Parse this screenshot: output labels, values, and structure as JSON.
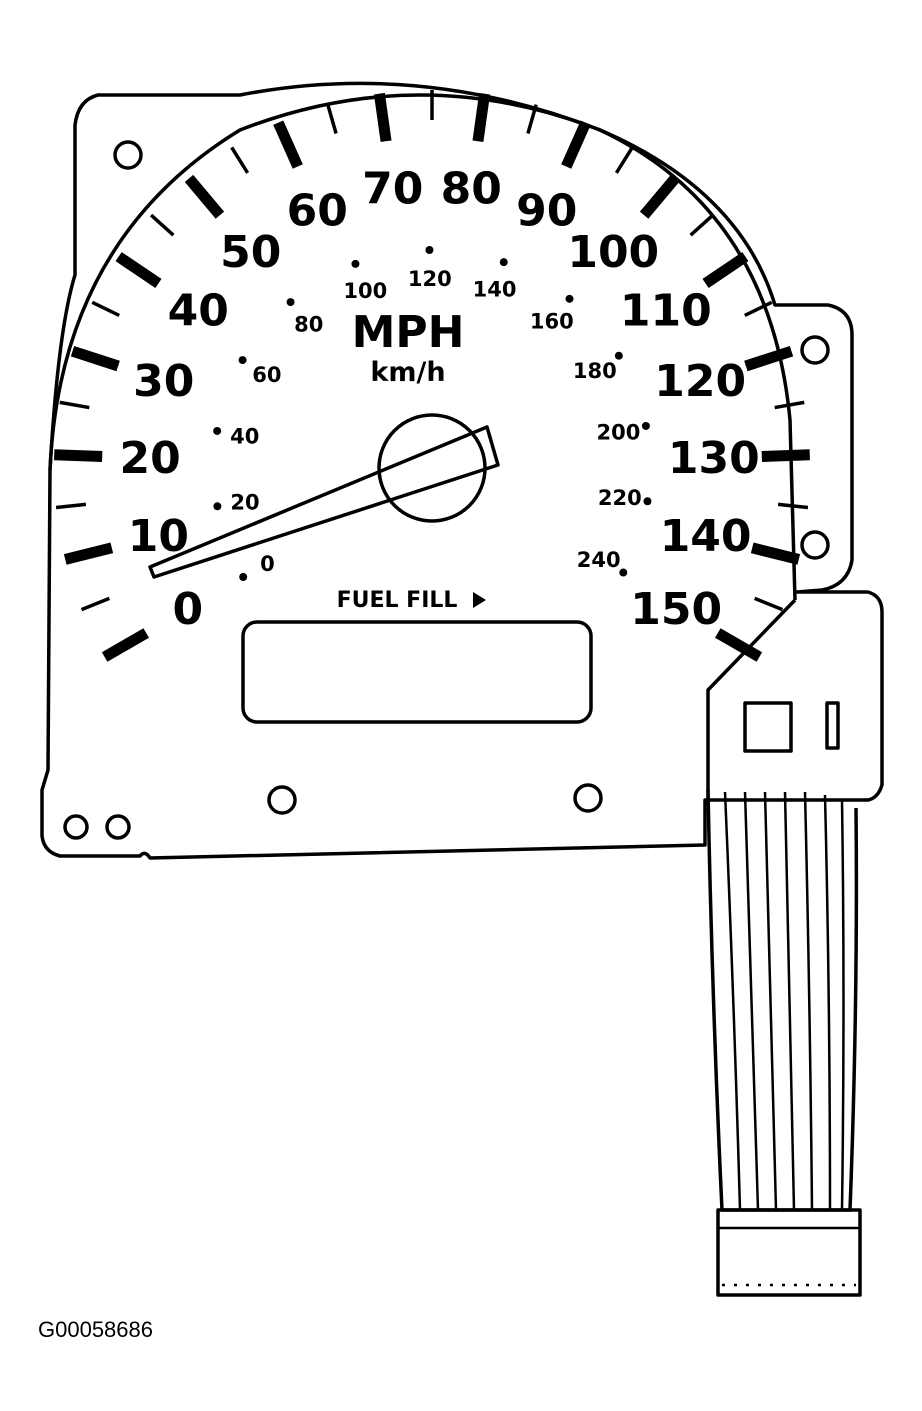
{
  "gauge": {
    "mph_labels": [
      "0",
      "10",
      "20",
      "30",
      "40",
      "50",
      "60",
      "70",
      "80",
      "90",
      "100",
      "110",
      "120",
      "130",
      "140",
      "150"
    ],
    "kmh_labels": [
      "0",
      "20",
      "40",
      "60",
      "80",
      "100",
      "120",
      "140",
      "160",
      "180",
      "200",
      "220",
      "240"
    ],
    "unit_main": "MPH",
    "unit_sub": "km/h",
    "needle_mph": 0
  },
  "fuel_fill": {
    "label": "FUEL FILL",
    "arrow_icon": "right-triangle-icon"
  },
  "figure_id": "G00058686"
}
